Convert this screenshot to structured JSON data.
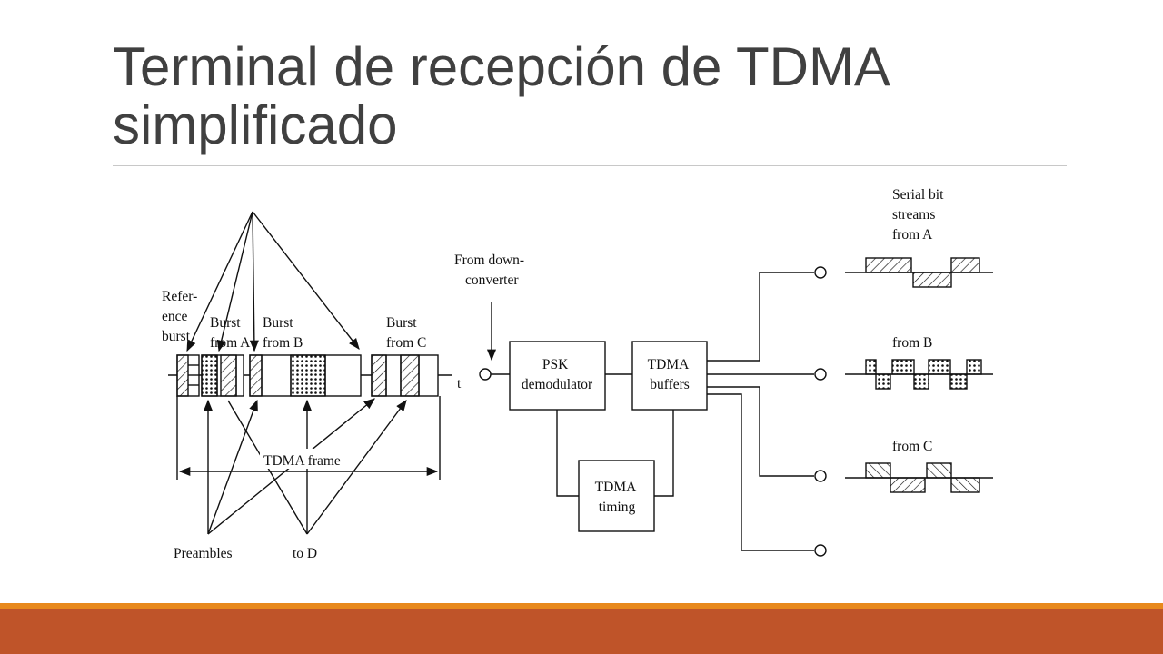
{
  "slide": {
    "title_line1": "Terminal de recepción de TDMA",
    "title_line2": "simplificado"
  },
  "diagram": {
    "labels": {
      "reference_burst": [
        "Refer-",
        "ence",
        "burst"
      ],
      "burst_from_a": [
        "Burst",
        "from A"
      ],
      "burst_from_b": [
        "Burst",
        "from B"
      ],
      "burst_from_c": [
        "Burst",
        "from C"
      ],
      "time_axis": "t",
      "tdma_frame": "TDMA frame",
      "preambles": "Preambles",
      "to_d": "to D",
      "from_downconverter": [
        "From down-",
        "converter"
      ],
      "psk_demodulator": [
        "PSK",
        "demodulator"
      ],
      "tdma_buffers": [
        "TDMA",
        "buffers"
      ],
      "tdma_timing": [
        "TDMA",
        "timing"
      ],
      "serial_bit_streams": [
        "Serial bit",
        "streams",
        "from A"
      ],
      "from_b": "from B",
      "from_c": "from C"
    }
  },
  "colors": {
    "title": "#404040",
    "line": "#111111",
    "accent_stripe": "#e8891d",
    "footer_band": "#bf5429"
  }
}
